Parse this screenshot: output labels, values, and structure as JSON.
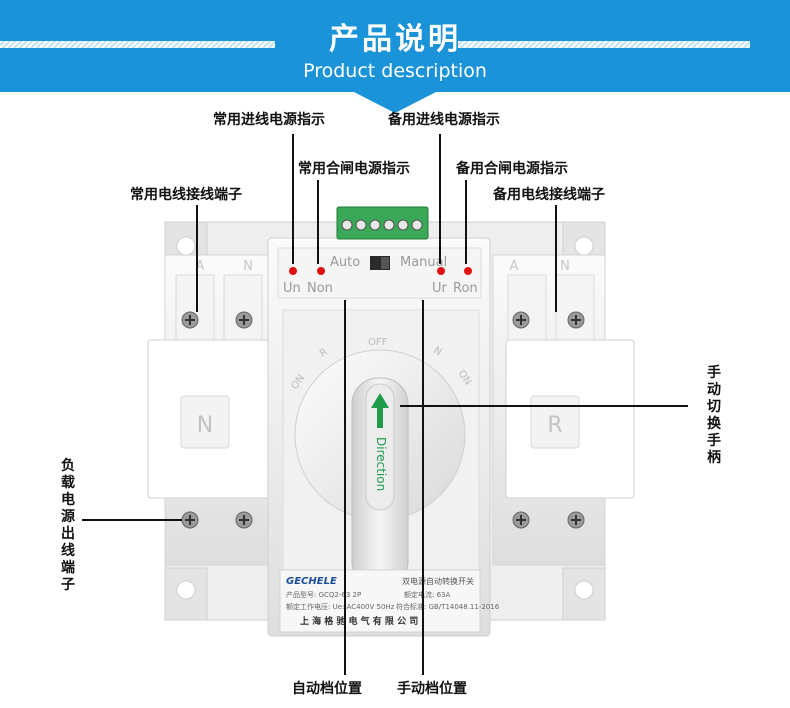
{
  "header": {
    "title": "产品说明",
    "subtitle": "Product description"
  },
  "callouts": {
    "normal_incoming_indicator": "常用进线电源指示",
    "backup_incoming_indicator": "备用进线电源指示",
    "normal_closing_indicator": "常用合闸电源指示",
    "backup_closing_indicator": "备用合闸电源指示",
    "normal_terminal": "常用电线接线端子",
    "backup_terminal": "备用电线接线端子",
    "manual_handle": "手动切换手柄",
    "load_output_terminal": "负载电源出线端子",
    "auto_position": "自动档位置",
    "manual_position": "手动档位置"
  },
  "device": {
    "auto_label": "Auto",
    "manual_label": "Manual",
    "un": "Un",
    "non": "Non",
    "ur": "Ur",
    "ron": "Ron",
    "left_phase": "A",
    "left_n": "N",
    "right_phase": "A",
    "right_n": "N",
    "left_cover": "N",
    "right_cover": "R",
    "dial_on_left": "ON",
    "dial_r": "R",
    "dial_off": "OFF",
    "dial_n": "N",
    "dial_on_right": "ON",
    "handle_text": "Direction",
    "brand": "GECHELE",
    "plate_title": "双电源自动转换开关",
    "model_label": "产品型号: GCQ2-63  2P",
    "current_label": "额定电流: 63A",
    "voltage_label": "额定工作电压: Ue: AC400V 50Hz",
    "standard_label": "符合标准: GB/T14048.11-2016",
    "company": "上 海 格 驰 电 气 有 限 公 司"
  },
  "colors": {
    "banner": "#1a93d9",
    "led": "#e01010",
    "terminal_block": "#3aa856",
    "arrow": "#1f9c4a"
  }
}
